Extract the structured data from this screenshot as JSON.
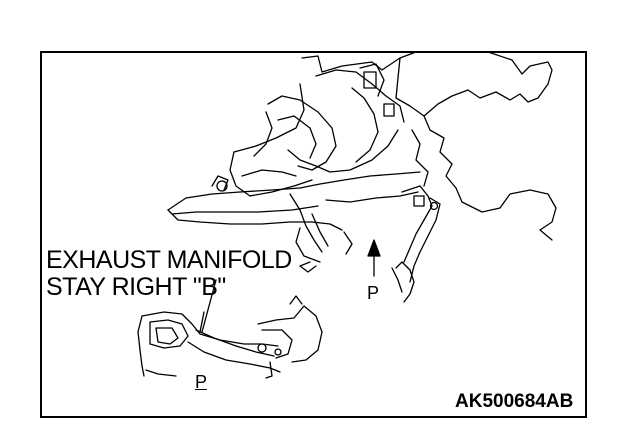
{
  "diagram": {
    "part_label_line1": "EXHAUST MANIFOLD",
    "part_label_line2": "STAY RIGHT \"B\"",
    "view_arrow_label": "P",
    "detail_view_label": "P",
    "figure_code": "AK500684AB"
  },
  "colors": {
    "line": "#000000",
    "background": "#ffffff"
  }
}
